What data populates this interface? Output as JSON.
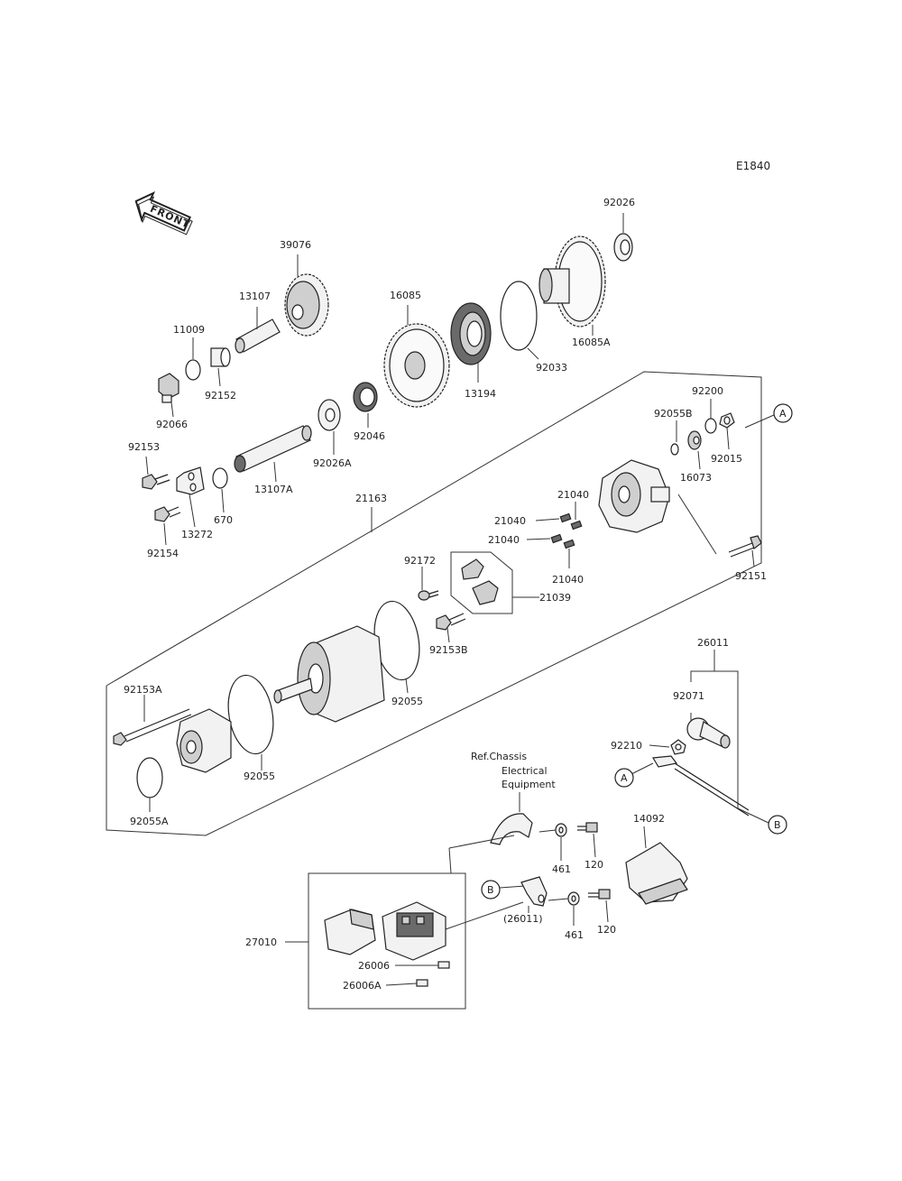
{
  "diagram_code": "E1840",
  "front_label": "FRONT",
  "callout_a": "A",
  "callout_b": "B",
  "ref_note": [
    "Ref.Chassis",
    "Electrical",
    "Equipment"
  ],
  "parts": {
    "p92026": "92026",
    "p39076": "39076",
    "p16085": "16085",
    "p16085A": "16085A",
    "p13107": "13107",
    "p11009": "11009",
    "p92152": "92152",
    "p92066": "92066",
    "p13194": "13194",
    "p92033": "92033",
    "p92046": "92046",
    "p92026A": "92026A",
    "p92153": "92153",
    "p13107A": "13107A",
    "p13272": "13272",
    "p670": "670",
    "p92154": "92154",
    "p21163": "21163",
    "p92200": "92200",
    "p92055B": "92055B",
    "p92015": "92015",
    "p16073": "16073",
    "p21040a": "21040",
    "p21040b": "21040",
    "p21040c": "21040",
    "p21040d": "21040",
    "p92172": "92172",
    "p21039": "21039",
    "p92153B": "92153B",
    "p92151": "92151",
    "p92055a": "92055",
    "p92055b": "92055",
    "p92153A": "92153A",
    "p92055A": "92055A",
    "p26011": "26011",
    "p92071": "92071",
    "p92210": "92210",
    "p14092": "14092",
    "p461a": "461",
    "p120a": "120",
    "p461b": "461",
    "p120b": "120",
    "p26011ref": "(26011)",
    "p27010": "27010",
    "p26006": "26006",
    "p26006A": "26006A"
  }
}
